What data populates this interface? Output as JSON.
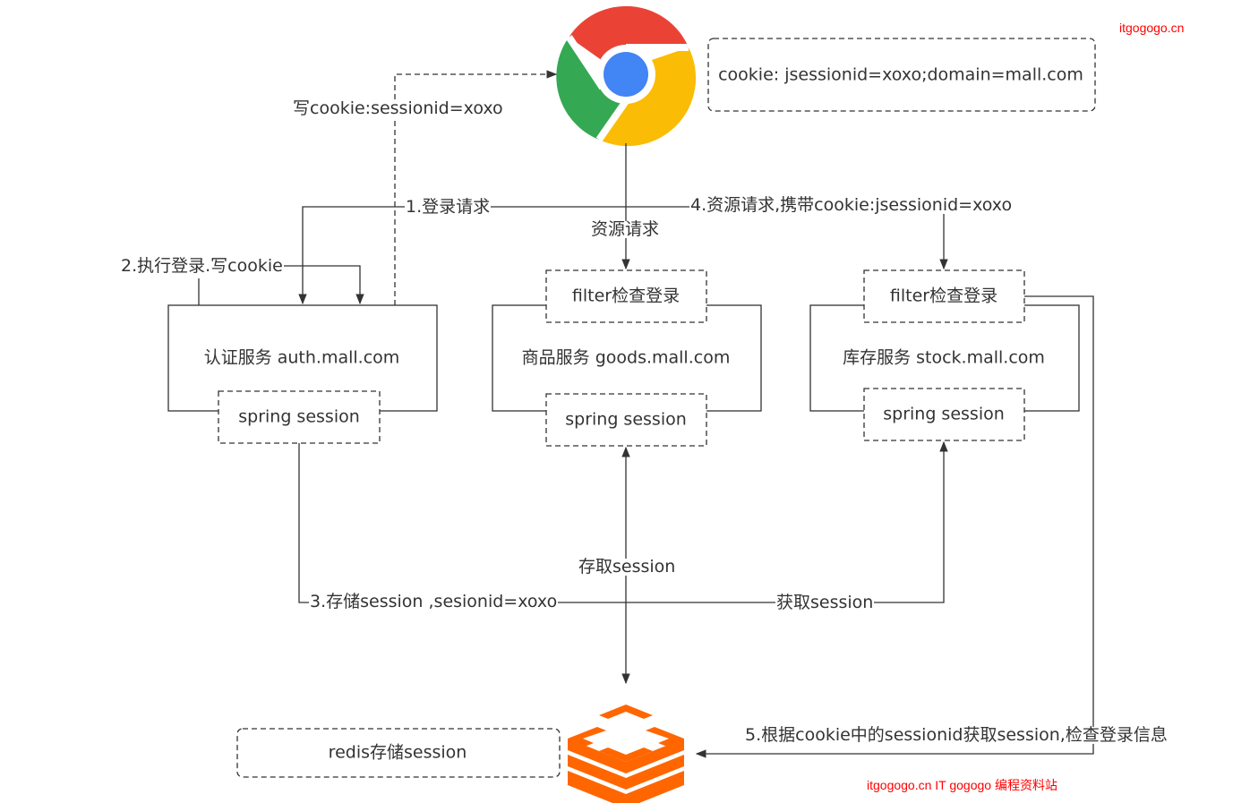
{
  "watermark_top": "itgogogo.cn",
  "watermark_bottom": "itgogogo.cn IT gogogo 编程资料站",
  "browser": {
    "icon": "chrome-browser-icon",
    "colors": {
      "red": "#EA4335",
      "green": "#34A853",
      "yellow": "#FBBC05",
      "blue": "#4285F4"
    }
  },
  "cookie_note": "cookie: jsessionid=xoxo;domain=mall.com",
  "services": [
    {
      "name": "认证服务 auth.mall.com",
      "session": "spring session"
    },
    {
      "name": "商品服务 goods.mall.com",
      "filter": "filter检查登录",
      "session": "spring session"
    },
    {
      "name": "库存服务 stock.mall.com",
      "filter": "filter检查登录",
      "session": "spring session"
    }
  ],
  "edges": {
    "write_cookie": "写cookie:sessionid=xoxo",
    "login_request": "1.登录请求",
    "do_login": "2.执行登录.写cookie",
    "resource_request": "资源请求",
    "resource_request_with_cookie": "4.资源请求,携带cookie:jsessionid=xoxo",
    "store_session": "3.存储session ,sesionid=xoxo",
    "access_session": "存取session",
    "get_session": "获取session",
    "check_login": "5.根据cookie中的sessionid获取session,检查登录信息"
  },
  "redis": {
    "label": "redis存储session",
    "icon": "redis-icon",
    "color": "#FF6600"
  },
  "colors": {
    "line": "#333333",
    "watermark": "#FF0000"
  }
}
